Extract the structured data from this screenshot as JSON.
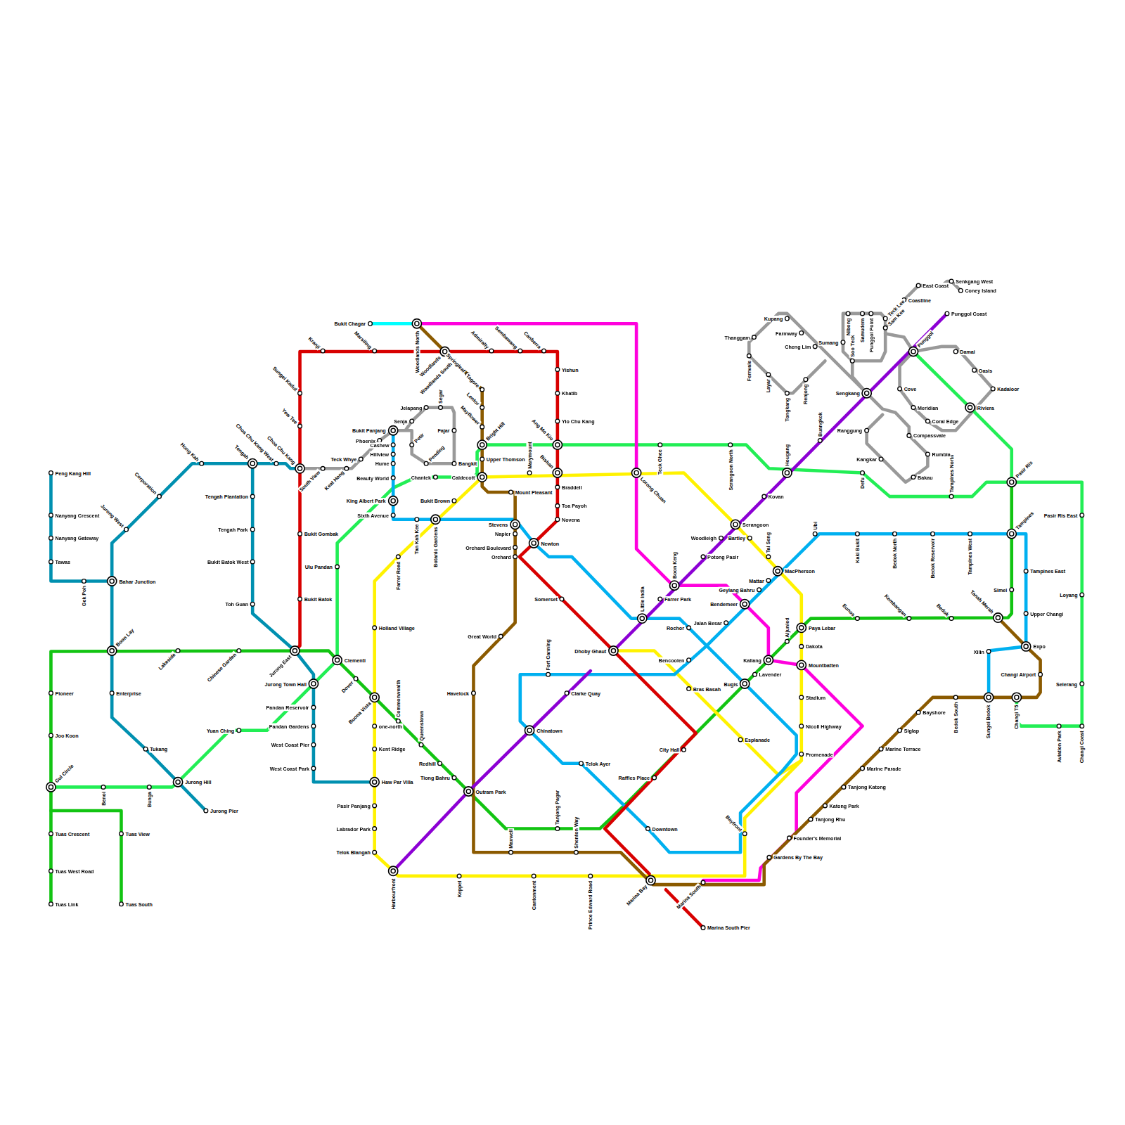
{
  "diagram": {
    "labels": [
      "Peng Kang Hill",
      "Nanyang Crescent",
      "Nanyang Gateway",
      "Tawas",
      "Gek Poh",
      "Bahar Junction",
      "Jurong West",
      "Corporation",
      "Hong Kah",
      "Tengah",
      "Choa Chu Kang West",
      "Choa Chu Kang",
      "Tengah Plantation",
      "Tengah Park",
      "Bukit Batok West",
      "Toh Guan",
      "Boon Lay",
      "Enterprise",
      "Tukang",
      "Jurong Hill",
      "Jurong Pier",
      "Jurong Town Hall",
      "Pandan Reservoir",
      "Pandan Gardens",
      "West Coast Pier",
      "West Coast Park",
      "Haw Par Villa",
      "Pioneer",
      "Joo Koon",
      "Gul Circle",
      "Tuas Crescent",
      "Tuas West Road",
      "Tuas Link",
      "Tuas View",
      "Tuas South",
      "Lakeside",
      "Chinese Garden",
      "Jurong East",
      "Clementi",
      "Dover",
      "Buona Vista",
      "Commonwealth",
      "Queenstown",
      "Redhill",
      "Tiong Bahru",
      "Outram Park",
      "Tanjong Pagar",
      "Raffles Place",
      "City Hall",
      "Bugis",
      "Lavender",
      "Kallang",
      "Aljunied",
      "Paya Lebar",
      "Eunos",
      "Kembangan",
      "Bedok",
      "Tanah Merah",
      "Simei",
      "Tampines",
      "Pasir Ris",
      "Benoi",
      "Bunga",
      "Yuan Ching",
      "Ulu Pandan",
      "King Albert Park",
      "Sixth Avenue",
      "Chantek",
      "Caldecott",
      "Bright Hill",
      "Ang Mo Kio",
      "Teck Ghee",
      "Serangoon North",
      "Hougang",
      "Defu",
      "Tampines North",
      "Pasir Ris East",
      "Loyang",
      "Selerang",
      "Changi Coast",
      "Aviation Park",
      "Changi T5",
      "Riviera",
      "Bukit Chagar",
      "Woodlands North",
      "Lorong Chuan",
      "Boon Keng",
      "Bendemeer",
      "Mountbatten",
      "Harbourfront",
      "Chinatown",
      "Clarke Quay",
      "Dhoby Ghaut",
      "Little India",
      "Farrer Park",
      "Potong Pasir",
      "Woodleigh",
      "Serangoon",
      "Kovan",
      "Buangkok",
      "Sengkang",
      "Punggol",
      "Punggol Coast",
      "Telok Blangah",
      "Labrador Park",
      "Pasir Panjang",
      "Kent Ridge",
      "one-north",
      "Holland Village",
      "Farrer Road",
      "Botanic Gardens",
      "Bukit Brown",
      "Marymount",
      "Bishan",
      "Bartley",
      "Tai Seng",
      "MacPherson",
      "Dakota",
      "Stadium",
      "Nicoll Highway",
      "Promenade",
      "Bras Basah",
      "Esplanade",
      "Bayfront",
      "Prince Edward Road",
      "Cantonment",
      "Keppel",
      "Marina Bay",
      "Marina South",
      "Marina South Pier",
      "Bukit Panjang",
      "Cashew",
      "Hillview",
      "Hume",
      "Beauty World",
      "Tan Kah Kee",
      "Stevens",
      "Newton",
      "Rochor",
      "Jalan Besar",
      "Bencoolen",
      "Fort Canning",
      "Telok Ayer",
      "Downtown",
      "Geylang Bahru",
      "Mattar",
      "Ubi",
      "Kaki Bukit",
      "Bedok North",
      "Bedok Reservoir",
      "Tampines West",
      "Tampines East",
      "Upper Changi",
      "Expo",
      "Xilin",
      "Sungei Bedok",
      "Bedok South",
      "Changi Airport",
      "Bayshore",
      "Siglap",
      "Marine Terrace",
      "Marine Parade",
      "Tanjong Katong",
      "Katong Park",
      "Tanjong Rhu",
      "Founder's Memorial",
      "Gardens By The Bay",
      "Shenton Way",
      "Maxwell",
      "Havelock",
      "Great World",
      "Orchard",
      "Orchard Boulevard",
      "Napier",
      "Mount Pleasant",
      "Upper Thomson",
      "Mayflower",
      "Lentor",
      "Tagore",
      "Springleaf",
      "Woodlands South",
      "Woodlands",
      "Kranji",
      "Marsiling",
      "Admiralty",
      "Sembawang",
      "Canberra",
      "Sungei Kadut",
      "Yew Tee",
      "Bukit Gombak",
      "Bukit Batok",
      "Yishun",
      "Khatib",
      "Yio Chu Kang",
      "Braddell",
      "Toa Payoh",
      "Novena",
      "Somerset",
      "South View",
      "Keat Hong",
      "Teck Whye",
      "Phoenix",
      "Senja",
      "Jelapang",
      "Segar",
      "Fajar",
      "Bangkit",
      "Pending",
      "Petir",
      "Kupang",
      "Farmway",
      "Cheng Lim",
      "Thanggam",
      "Fernvale",
      "Layar",
      "Tongkang",
      "Renjong",
      "Sumang",
      "Soo Teck",
      "Nibong",
      "Samudera",
      "Punggol Point",
      "Teck Lee",
      "Sam Kee",
      "Coastline",
      "East Coast",
      "Senkgang West",
      "Coney Island",
      "Cove",
      "Meridian",
      "Coral Edge",
      "Compassvale",
      "Rumbia",
      "Bakau",
      "Kangkar",
      "Ranggung",
      "Damai",
      "Oasis",
      "Kadaloor"
    ]
  }
}
